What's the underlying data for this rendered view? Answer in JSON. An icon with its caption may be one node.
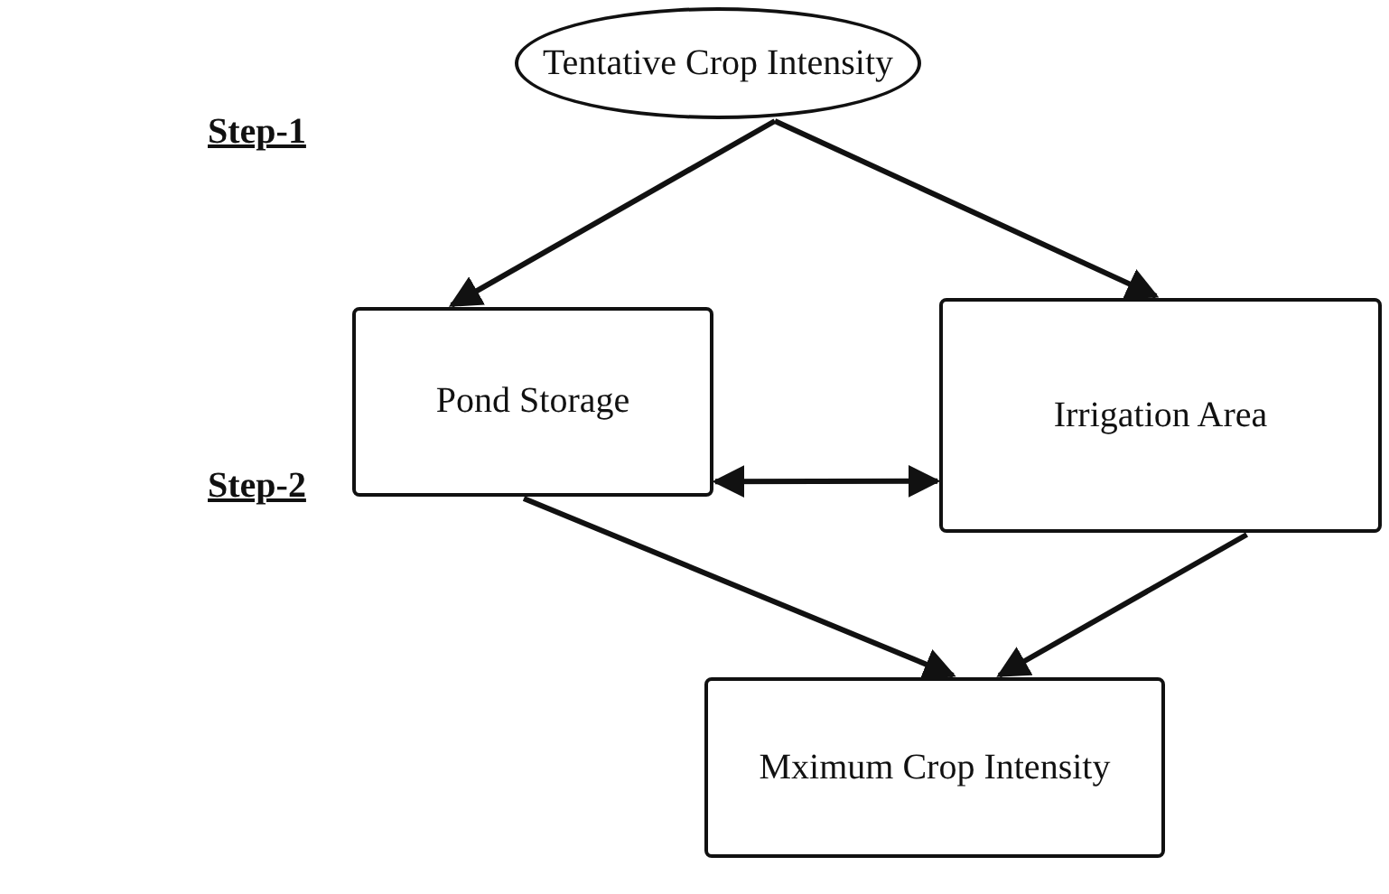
{
  "diagram": {
    "nodes": [
      {
        "text": [
          "Tentative Crop Intensity"
        ]
      },
      {
        "text": [
          "Pond Storage"
        ]
      },
      {
        "text": [
          "Irrigation Area"
        ]
      },
      {
        "text": [
          "Mximum Crop Intensity"
        ]
      }
    ],
    "edges": [
      {
        "from": 0,
        "to": 1,
        "arrow": "to"
      },
      {
        "from": 0,
        "to": 2,
        "arrow": "to"
      },
      {
        "from": 1,
        "to": 2,
        "arrow": "both"
      },
      {
        "from": 1,
        "to": 3,
        "arrow": "to"
      },
      {
        "from": 2,
        "to": 3,
        "arrow": "to"
      }
    ],
    "labels": [
      "Step-1",
      "Step-2"
    ]
  }
}
